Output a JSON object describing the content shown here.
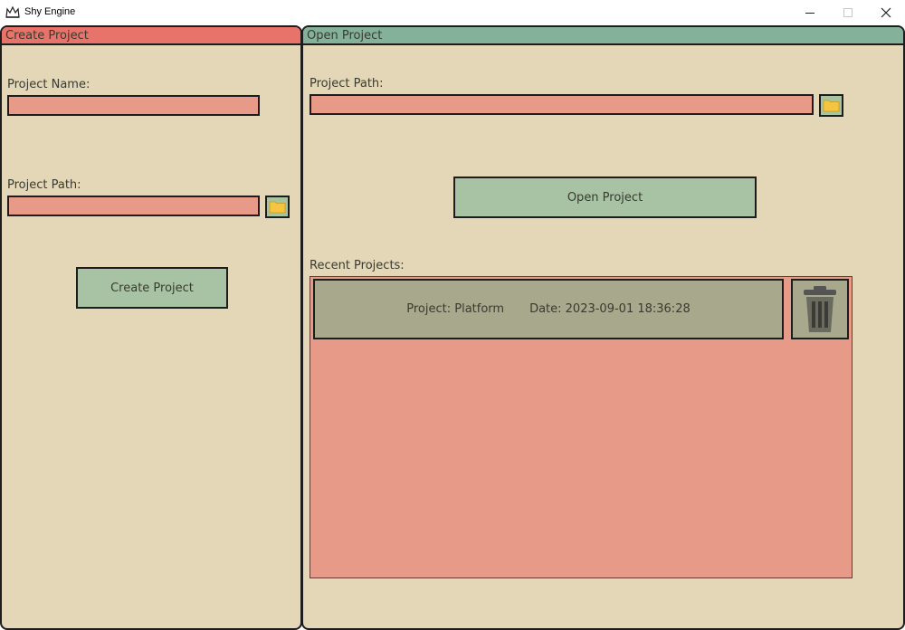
{
  "window": {
    "title": "Shy Engine",
    "icons": {
      "app": "crown-icon",
      "minimize": "minimize-icon",
      "maximize": "maximize-icon",
      "close": "close-icon"
    }
  },
  "create_panel": {
    "header": "Create Project",
    "name_label": "Project Name:",
    "name_value": "",
    "path_label": "Project Path:",
    "path_value": "",
    "browse_icon": "folder-icon",
    "create_button": "Create Project"
  },
  "open_panel": {
    "header": "Open Project",
    "path_label": "Project Path:",
    "path_value": "",
    "browse_icon": "folder-icon",
    "open_button": "Open Project",
    "recent_label": "Recent Projects:",
    "recent": [
      {
        "project": "Project: Platform",
        "date": "Date: 2023-09-01 18:36:28",
        "delete_icon": "trash-icon"
      }
    ]
  },
  "colors": {
    "panel_bg": "#e3d7b7",
    "create_header": "#e8736a",
    "open_header": "#84b19a",
    "input_bg": "#e89a88",
    "button_bg": "#a8c3a4",
    "folder_yellow": "#f5c542",
    "recent_item_bg": "#a8a88c"
  }
}
